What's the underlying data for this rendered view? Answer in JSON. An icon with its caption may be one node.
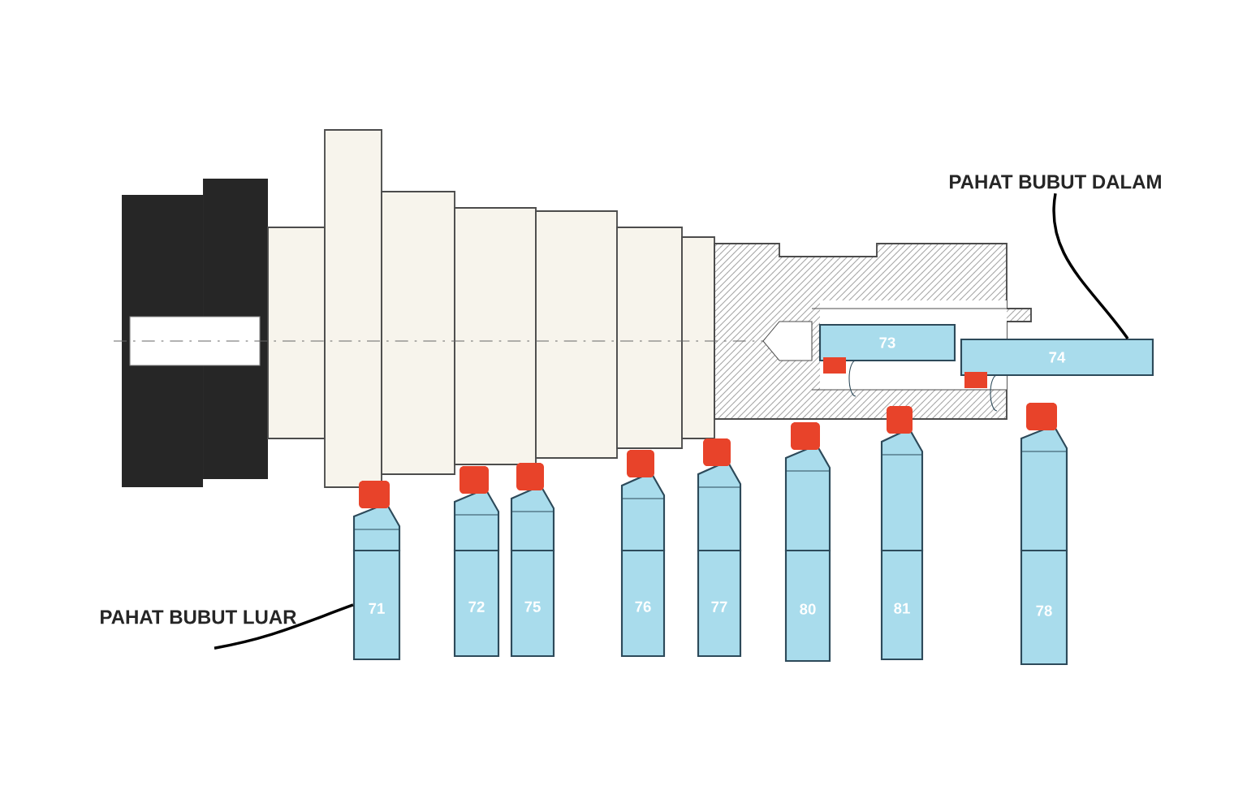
{
  "diagram": {
    "nodes": [
      {
        "text": [
          "PAHAT BUBUT DALAM"
        ]
      },
      {
        "text": [
          "73"
        ]
      },
      {
        "text": [
          "74"
        ]
      },
      {
        "text": [
          "71"
        ]
      },
      {
        "text": [
          "72"
        ]
      },
      {
        "text": [
          "75"
        ]
      },
      {
        "text": [
          "76"
        ]
      },
      {
        "text": [
          "77"
        ]
      },
      {
        "text": [
          "80"
        ]
      },
      {
        "text": [
          "81"
        ]
      },
      {
        "text": [
          "78"
        ]
      },
      {
        "text": [
          "PAHAT BUBUT LUAR"
        ]
      }
    ],
    "edges": [
      {
        "from": 0,
        "to": 2,
        "arrow": "none"
      },
      {
        "from": 11,
        "to": 3,
        "arrow": "none"
      }
    ]
  }
}
